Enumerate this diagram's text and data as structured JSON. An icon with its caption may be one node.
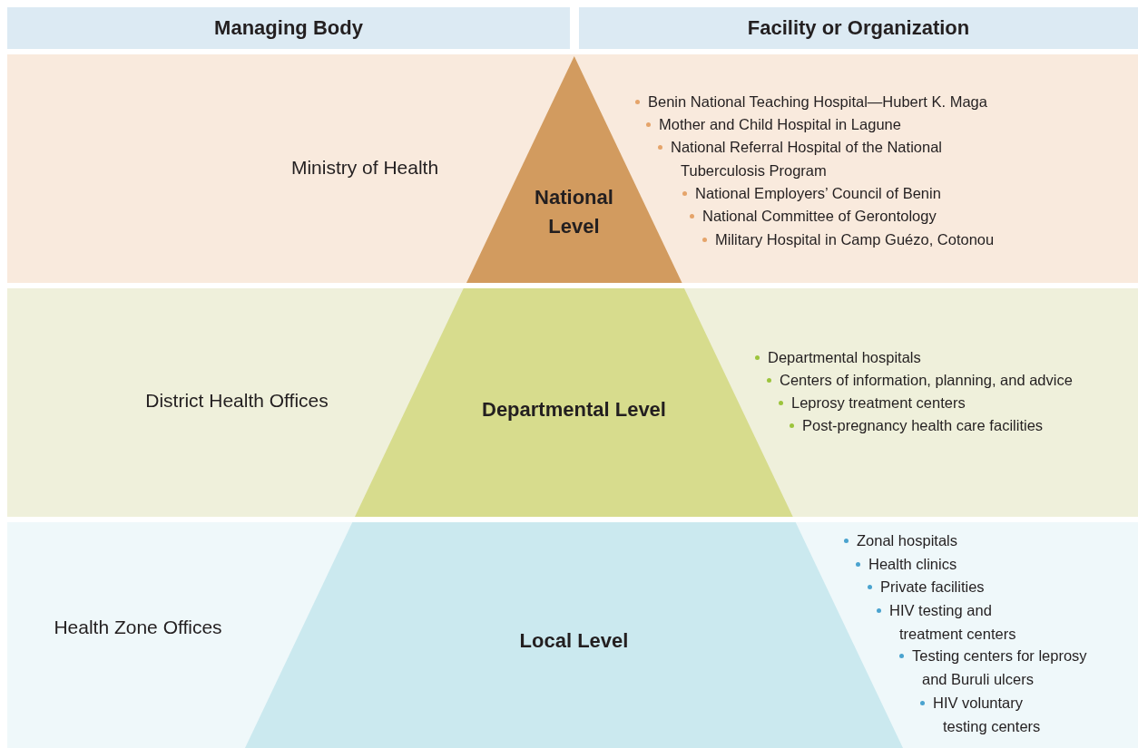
{
  "diagram": {
    "nodes": [
      {
        "text": [
          "Managing Body"
        ]
      },
      {
        "text": [
          "Facility or Organization"
        ]
      },
      {
        "text": [
          "Ministry of Health",
          "Benin National Teaching Hospital—Hubert K. Maga",
          "Mother and Child Hospital in Lagune",
          "National Referral Hospital of the National Tuberculosis Program",
          "National Employers’ Council of Benin",
          "National Committee of Gerontology",
          "Military Hospital in Camp Guézo, Cotonou"
        ]
      },
      {
        "text": [
          "National Level"
        ],
        "in": 2
      },
      {
        "text": [
          "District Health Offices",
          "Departmental hospitals",
          "Centers of information, planning, and advice",
          "Leprosy treatment centers",
          "Post-pregnancy health care facilities"
        ]
      },
      {
        "text": [
          "Departmental Level"
        ],
        "in": 4
      },
      {
        "text": [
          "Health Zone Offices",
          "Zonal hospitals",
          "Health clinics",
          "Private facilities",
          "HIV testing and treatment centers",
          "Testing centers for leprosy and Buruli ulcers",
          "HIV voluntary testing centers"
        ]
      },
      {
        "text": [
          "Local Level"
        ],
        "in": 6
      }
    ]
  }
}
